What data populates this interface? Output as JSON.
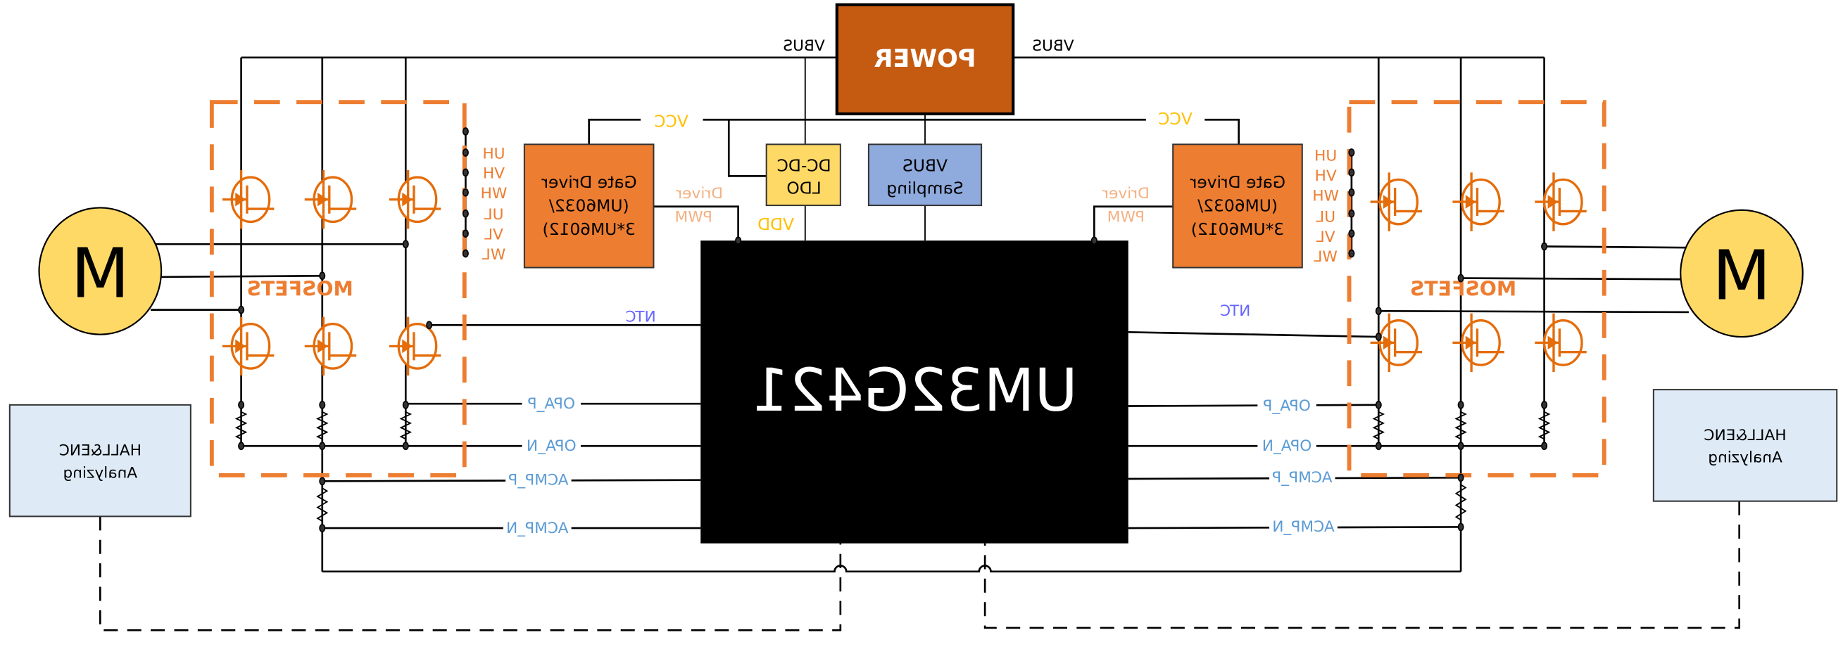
{
  "diagram": {
    "mirrored": true,
    "power": {
      "label": "POWER",
      "color": "#C55A11"
    },
    "vbus_left": "VBUS",
    "vbus_right": "VBUS",
    "vcc_left": "VCC",
    "vcc_right": "VCC",
    "vdd": "VDD",
    "dcdc": {
      "line1": "DC-DC",
      "line2": "LDO",
      "color": "#FFD966"
    },
    "vbus_sampling": {
      "line1": "VBUS",
      "line2": "Sampling",
      "color": "#8FAADC"
    },
    "mcu": {
      "label": "UM32G421",
      "color": "#000000"
    },
    "gate_driver": {
      "line1": "Gate Driver",
      "line2": "(UM6032/",
      "line3": "3*UM6012)",
      "color": "#ED7D31"
    },
    "pins": [
      "UH",
      "VH",
      "WH",
      "UL",
      "VL",
      "WL"
    ],
    "driver_pwm": {
      "line1": "Driver",
      "line2": "PWM",
      "color": "#F4B183"
    },
    "mosfets_label": "MOSFETS",
    "motor_label": "M",
    "motor_color": "#FFD966",
    "ntc": "NTC",
    "signals": {
      "opa_p": "OPA_P",
      "opa_n": "OPA_N",
      "acmp_p": "ACMP_P",
      "acmp_n": "ACMP_N"
    },
    "hall": {
      "line1": "HALL&ENC",
      "line2": "Analyzing",
      "color": "#DEEBF7"
    }
  }
}
